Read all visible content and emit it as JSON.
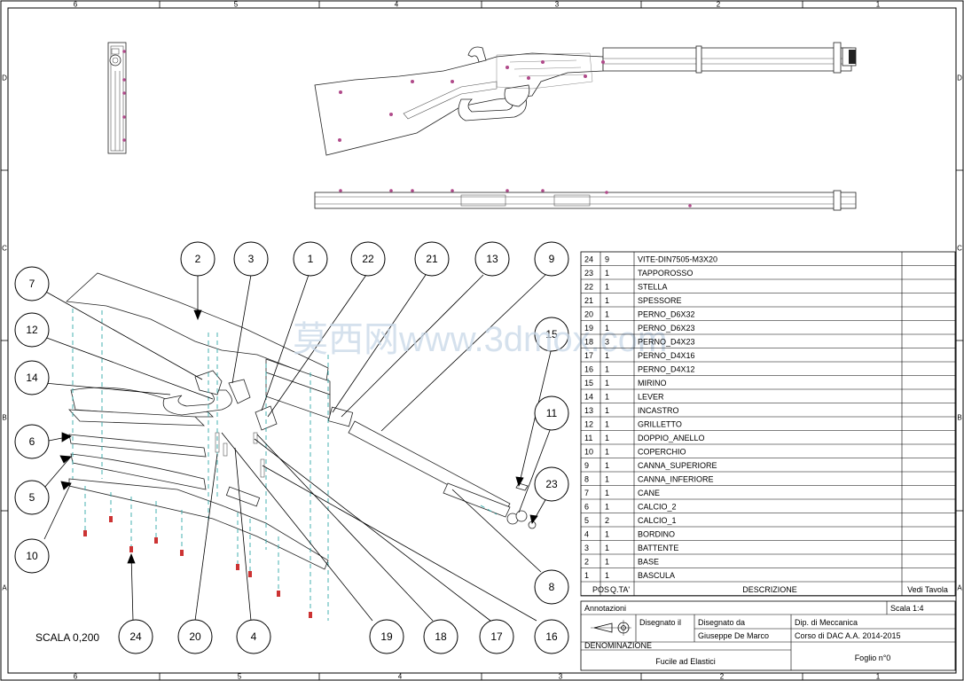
{
  "sheet": {
    "frame_columns": [
      "6",
      "5",
      "4",
      "3",
      "2",
      "1"
    ],
    "frame_rows": [
      "D",
      "C",
      "B",
      "A"
    ]
  },
  "watermark": "莫西网www.3dmox.com",
  "scale_label": "SCALA  0,200",
  "balloons": [
    "2",
    "3",
    "1",
    "22",
    "21",
    "13",
    "9",
    "7",
    "12",
    "14",
    "6",
    "5",
    "10",
    "15",
    "11",
    "23",
    "8",
    "24",
    "20",
    "4",
    "19",
    "18",
    "17",
    "16"
  ],
  "bom": {
    "header": {
      "pos": "POS",
      "qty": "Q.TA'",
      "desc": "DESCRIZIONE",
      "note": "Vedi Tavola"
    },
    "rows": [
      {
        "pos": "24",
        "qty": "9",
        "desc": "VITE-DIN7505-M3X20"
      },
      {
        "pos": "23",
        "qty": "1",
        "desc": "TAPPOROSSO"
      },
      {
        "pos": "22",
        "qty": "1",
        "desc": "STELLA"
      },
      {
        "pos": "21",
        "qty": "1",
        "desc": "SPESSORE"
      },
      {
        "pos": "20",
        "qty": "1",
        "desc": "PERNO_D6X32"
      },
      {
        "pos": "19",
        "qty": "1",
        "desc": "PERNO_D6X23"
      },
      {
        "pos": "18",
        "qty": "3",
        "desc": "PERNO_D4X23"
      },
      {
        "pos": "17",
        "qty": "1",
        "desc": "PERNO_D4X16"
      },
      {
        "pos": "16",
        "qty": "1",
        "desc": "PERNO_D4X12"
      },
      {
        "pos": "15",
        "qty": "1",
        "desc": "MIRINO"
      },
      {
        "pos": "14",
        "qty": "1",
        "desc": "LEVER"
      },
      {
        "pos": "13",
        "qty": "1",
        "desc": "INCASTRO"
      },
      {
        "pos": "12",
        "qty": "1",
        "desc": "GRILLETTO"
      },
      {
        "pos": "11",
        "qty": "1",
        "desc": "DOPPIO_ANELLO"
      },
      {
        "pos": "10",
        "qty": "1",
        "desc": "COPERCHIO"
      },
      {
        "pos": "9",
        "qty": "1",
        "desc": "CANNA_SUPERIORE"
      },
      {
        "pos": "8",
        "qty": "1",
        "desc": "CANNA_INFERIORE"
      },
      {
        "pos": "7",
        "qty": "1",
        "desc": "CANE"
      },
      {
        "pos": "6",
        "qty": "1",
        "desc": "CALCIO_2"
      },
      {
        "pos": "5",
        "qty": "2",
        "desc": "CALCIO_1"
      },
      {
        "pos": "4",
        "qty": "1",
        "desc": "BORDINO"
      },
      {
        "pos": "3",
        "qty": "1",
        "desc": "BATTENTE"
      },
      {
        "pos": "2",
        "qty": "1",
        "desc": "BASE"
      },
      {
        "pos": "1",
        "qty": "1",
        "desc": "BASCULA"
      }
    ]
  },
  "title_block": {
    "annotazioni": "Annotazioni",
    "scala": "Scala 1:4",
    "disegnato_il": "Disegnato il",
    "disegnato_da": "Disegnato da",
    "dipartimento": "Dip. di Meccanica",
    "autore": "Giuseppe De Marco",
    "corso": "Corso di DAC A.A. 2014-2015",
    "denominazione_label": "DENOMINAZIONE",
    "denominazione": "Fucile ad Elastici",
    "foglio": "Foglio n°0"
  }
}
